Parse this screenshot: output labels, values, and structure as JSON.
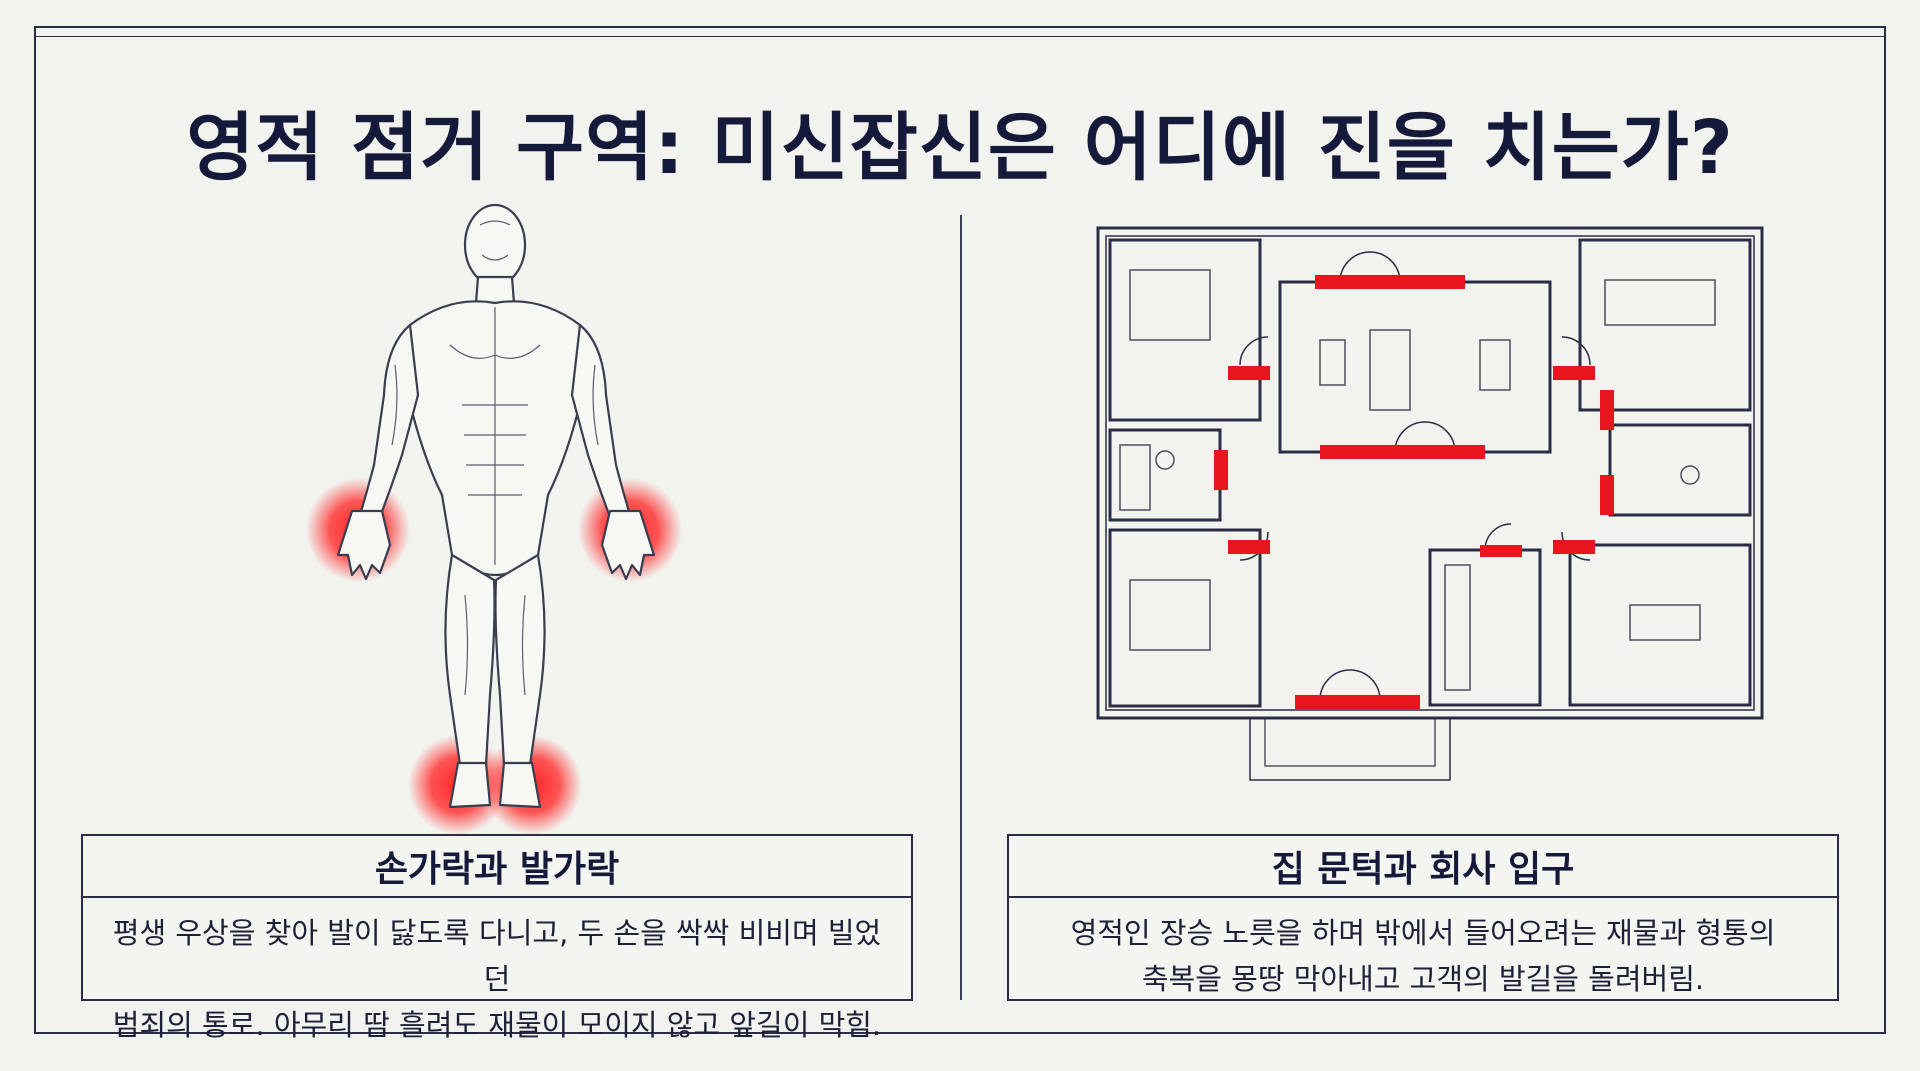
{
  "title": "영적 점거 구역: 미신잡신은 어디에 진을 치는가?",
  "left": {
    "heading": "손가락과 발가락",
    "lines": [
      "평생 우상을 찾아 발이 닳도록 다니고, 두 손을 싹싹 비비며 빌었던",
      "범죄의 통로. 아무리 땀 흘려도 재물이 모이지 않고 앞길이 막힘."
    ],
    "illustration": "human-anatomy-figure"
  },
  "right": {
    "heading": "집 문턱과 회사 입구",
    "lines": [
      "영적인 장승 노릇을 하며 밖에서 들어오려는 재물과 형통의",
      "축복을 몽땅 막아내고 고객의 발길을 돌려버림."
    ],
    "illustration": "house-floor-plan"
  },
  "colors": {
    "ink": "#1a1d33",
    "highlight": "#e8141e",
    "background": "#f2f2ee"
  }
}
